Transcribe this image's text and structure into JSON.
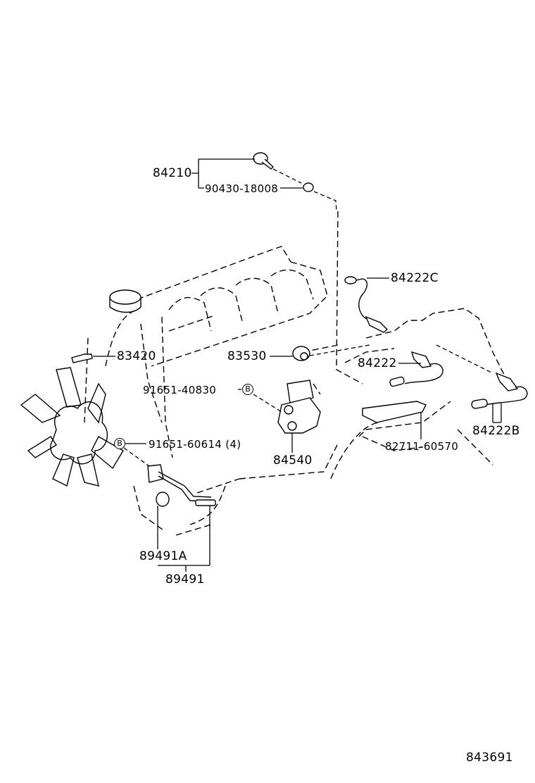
{
  "diagram": {
    "type": "exploded parts illustration",
    "subject": "engine sensors / switches",
    "colors": {
      "line": "#000000",
      "background": "#ffffff"
    },
    "part_labels": {
      "p84210": "84210",
      "p90430": "90430-18008",
      "p84222C": "84222C",
      "p83420": "83420",
      "p83530": "83530",
      "p84222": "84222",
      "p91651_40830": "91651-40830",
      "p84222B": "84222B",
      "p82711": "82711-60570",
      "p91651_60614": "91651-60614 (4)",
      "p84540": "84540",
      "p89491A": "89491A",
      "p89491": "89491"
    },
    "callouts": {
      "b1": "B",
      "b2": "B"
    },
    "figure_number": "843691"
  }
}
